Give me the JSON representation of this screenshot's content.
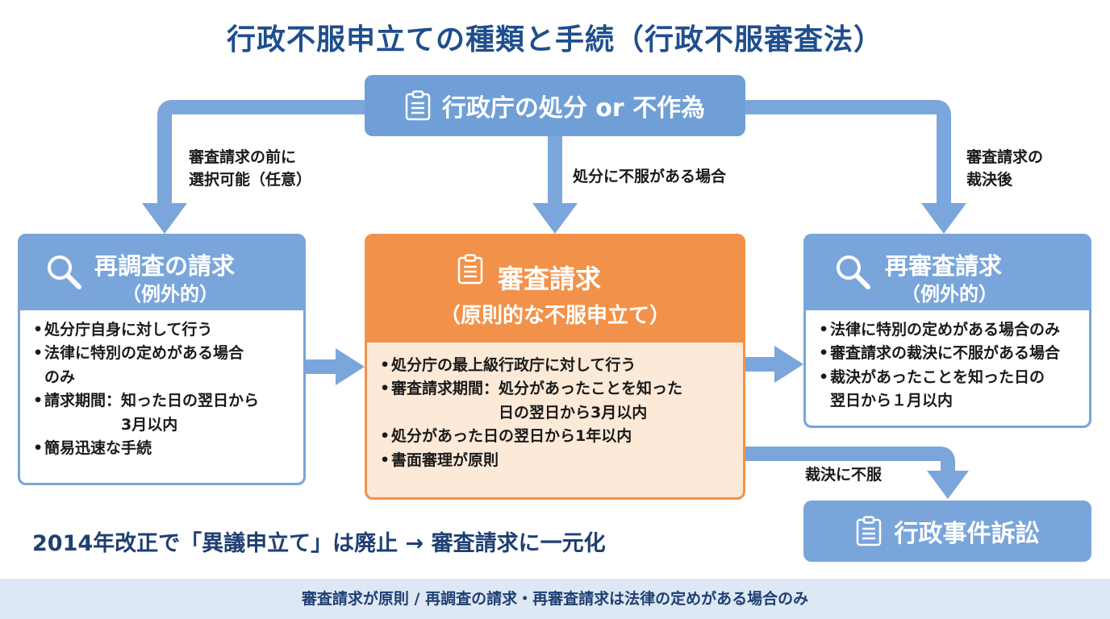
{
  "title": "行政不服申立ての種類と手続（行政不服審査法）",
  "top_box": {
    "label": "行政庁の処分 or 不作為",
    "icon": "clipboard-icon"
  },
  "edge_labels": {
    "left_line1": "審査請求の前に",
    "left_line2": "選択可能（任意）",
    "center": "処分に不服がある場合",
    "right_line1": "審査請求の",
    "right_line2": "裁決後",
    "bottom": "裁決に不服"
  },
  "left_panel": {
    "icon": "magnifier-icon",
    "title": "再調査の請求",
    "subtitle": "（例外的）",
    "items": [
      [
        "処分庁自身に対して行う"
      ],
      [
        "法律に特別の定めがある場合",
        "のみ"
      ],
      [
        "請求期間：知った日の翌日から",
        "　　　　　3月以内"
      ],
      [
        "簡易迅速な手続"
      ]
    ]
  },
  "center_panel": {
    "icon": "clipboard-icon",
    "title": "審査請求",
    "subtitle": "（原則的な不服申立て）",
    "items": [
      [
        "処分庁の最上級行政庁に対して行う"
      ],
      [
        "審査請求期間：処分があったことを知った",
        "　　　　　　　日の翌日から3月以内"
      ],
      [
        "処分があった日の翌日から1年以内"
      ],
      [
        "書面審理が原則"
      ]
    ]
  },
  "right_panel": {
    "icon": "magnifier-icon",
    "title": "再審査請求",
    "subtitle": "（例外的）",
    "items": [
      [
        "法律に特別の定めがある場合のみ"
      ],
      [
        "審査請求の裁決に不服がある場合"
      ],
      [
        "裁決があったことを知った日の",
        "翌日から１月以内"
      ]
    ]
  },
  "bottom_box": {
    "label": "行政事件訴訟",
    "icon": "clipboard-icon"
  },
  "note": "2014年改正で「異議申立て」は廃止 → 審査請求に一元化",
  "footer": "審査請求が原則 / 再調査の請求・再審査請求は法律の定めがある場合のみ",
  "colors": {
    "title": "#1f4e8c",
    "blue_box": "#79a5da",
    "arrow": "#7ba6dc",
    "orange": "#f2924a",
    "orange_body": "#fde9d8",
    "footer_bg": "#dde8f4"
  }
}
